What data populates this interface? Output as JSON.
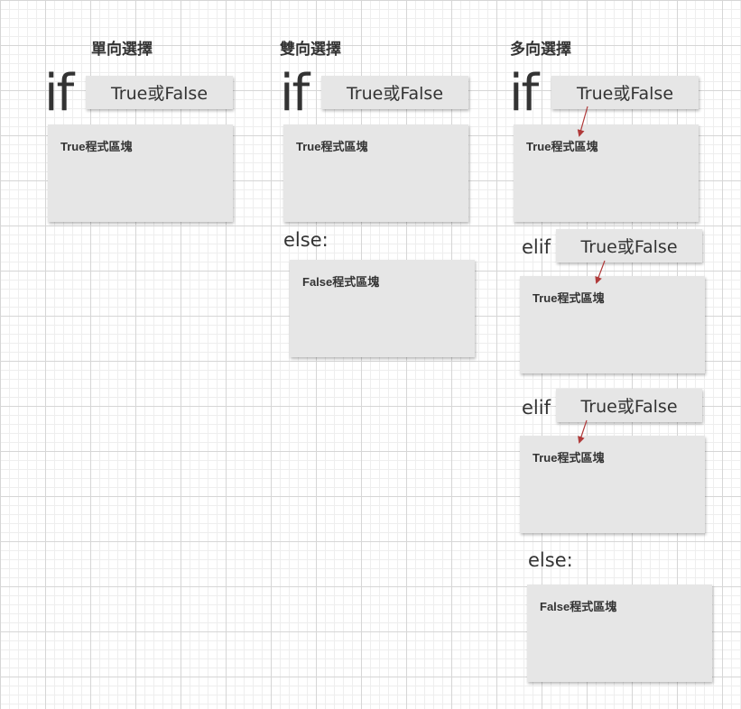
{
  "columns": [
    {
      "title": "單向選擇",
      "if_keyword": "if",
      "condition": "True或False",
      "true_block": "True程式區塊"
    },
    {
      "title": "雙向選擇",
      "if_keyword": "if",
      "condition": "True或False",
      "true_block": "True程式區塊",
      "else_keyword": "else:",
      "false_block": "False程式區塊"
    },
    {
      "title": "多向選擇",
      "if_keyword": "if",
      "condition": "True或False",
      "true_block": "True程式區塊",
      "elif": [
        {
          "keyword": "elif",
          "condition": "True或False",
          "true_block": "True程式區塊"
        },
        {
          "keyword": "elif",
          "condition": "True或False",
          "true_block": "True程式區塊"
        }
      ],
      "else_keyword": "else:",
      "false_block": "False程式區塊"
    }
  ],
  "colors": {
    "box_fill": "#e6e6e6",
    "arrow": "#b03a3a",
    "text": "#333333",
    "grid_major": "#d6d6d6",
    "grid_minor": "#eeeeee"
  }
}
